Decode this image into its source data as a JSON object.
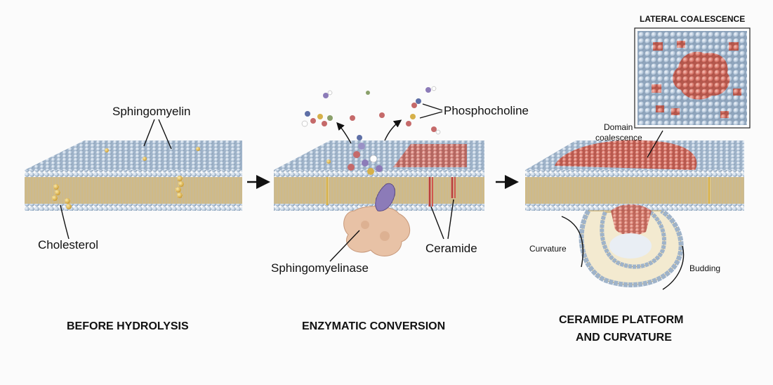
{
  "labels": {
    "sphingomyelin": "Sphingomyelin",
    "cholesterol": "Cholesterol",
    "phosphocholine": "Phosphocholine",
    "sphingomyelinase": "Sphingomyelinase",
    "ceramide": "Ceramide",
    "domain_coalescence_1": "Domain",
    "domain_coalescence_2": "coalescence",
    "curvature": "Curvature",
    "budding": "Budding",
    "inset_title": "LATERAL COALESCENCE"
  },
  "captions": {
    "panel1": "BEFORE HYDROLYSIS",
    "panel2": "ENZYMATIC CONVERSION",
    "panel3_line1": "CERAMIDE PLATFORM",
    "panel3_line2": "AND CURVATURE"
  },
  "colors": {
    "lipid_head": "#b7c9dc",
    "ceramide_head": "#d9776b",
    "cholesterol": "#e2bd4f",
    "tail": "#b99a55",
    "enzyme": "#e8c2a6",
    "arrow": "#111111"
  }
}
